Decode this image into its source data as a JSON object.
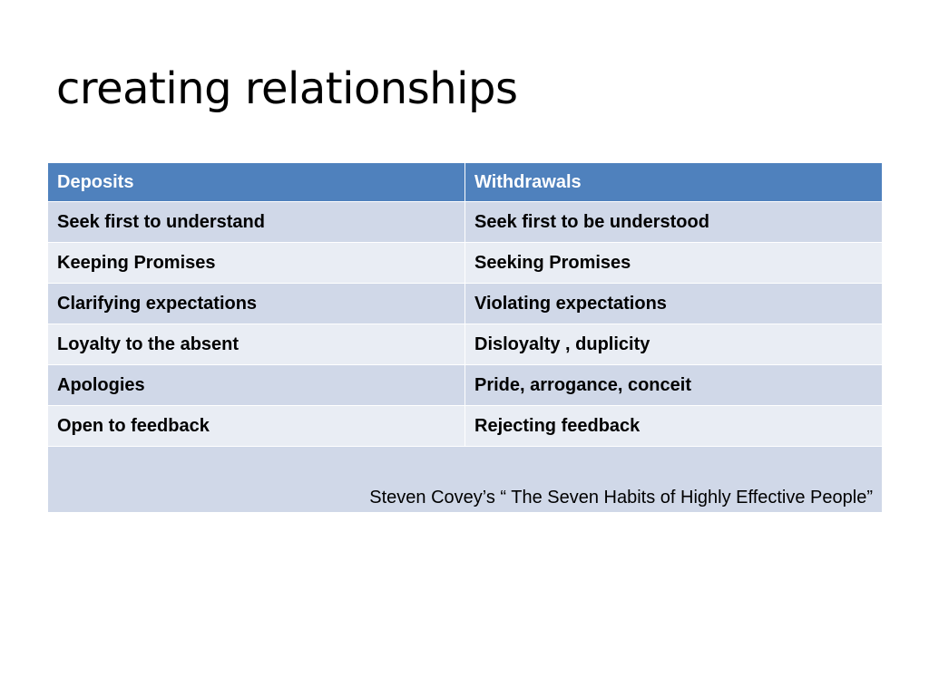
{
  "slide": {
    "title": "creating relationships"
  },
  "table": {
    "headers": [
      "Deposits",
      "Withdrawals"
    ],
    "rows": [
      [
        "Seek first to understand",
        "Seek first to be understood"
      ],
      [
        "Keeping Promises",
        "Seeking Promises"
      ],
      [
        "Clarifying expectations",
        "Violating expectations"
      ],
      [
        "Loyalty to the absent",
        "Disloyalty , duplicity"
      ],
      [
        "Apologies",
        "Pride, arrogance, conceit"
      ],
      [
        "Open to feedback",
        "Rejecting feedback"
      ]
    ],
    "footer": "Steven Covey’s “ The Seven Habits of Highly Effective People”"
  },
  "colors": {
    "header_bg": "#4f81bd",
    "row_odd_bg": "#d0d8e8",
    "row_even_bg": "#e9edf4"
  }
}
